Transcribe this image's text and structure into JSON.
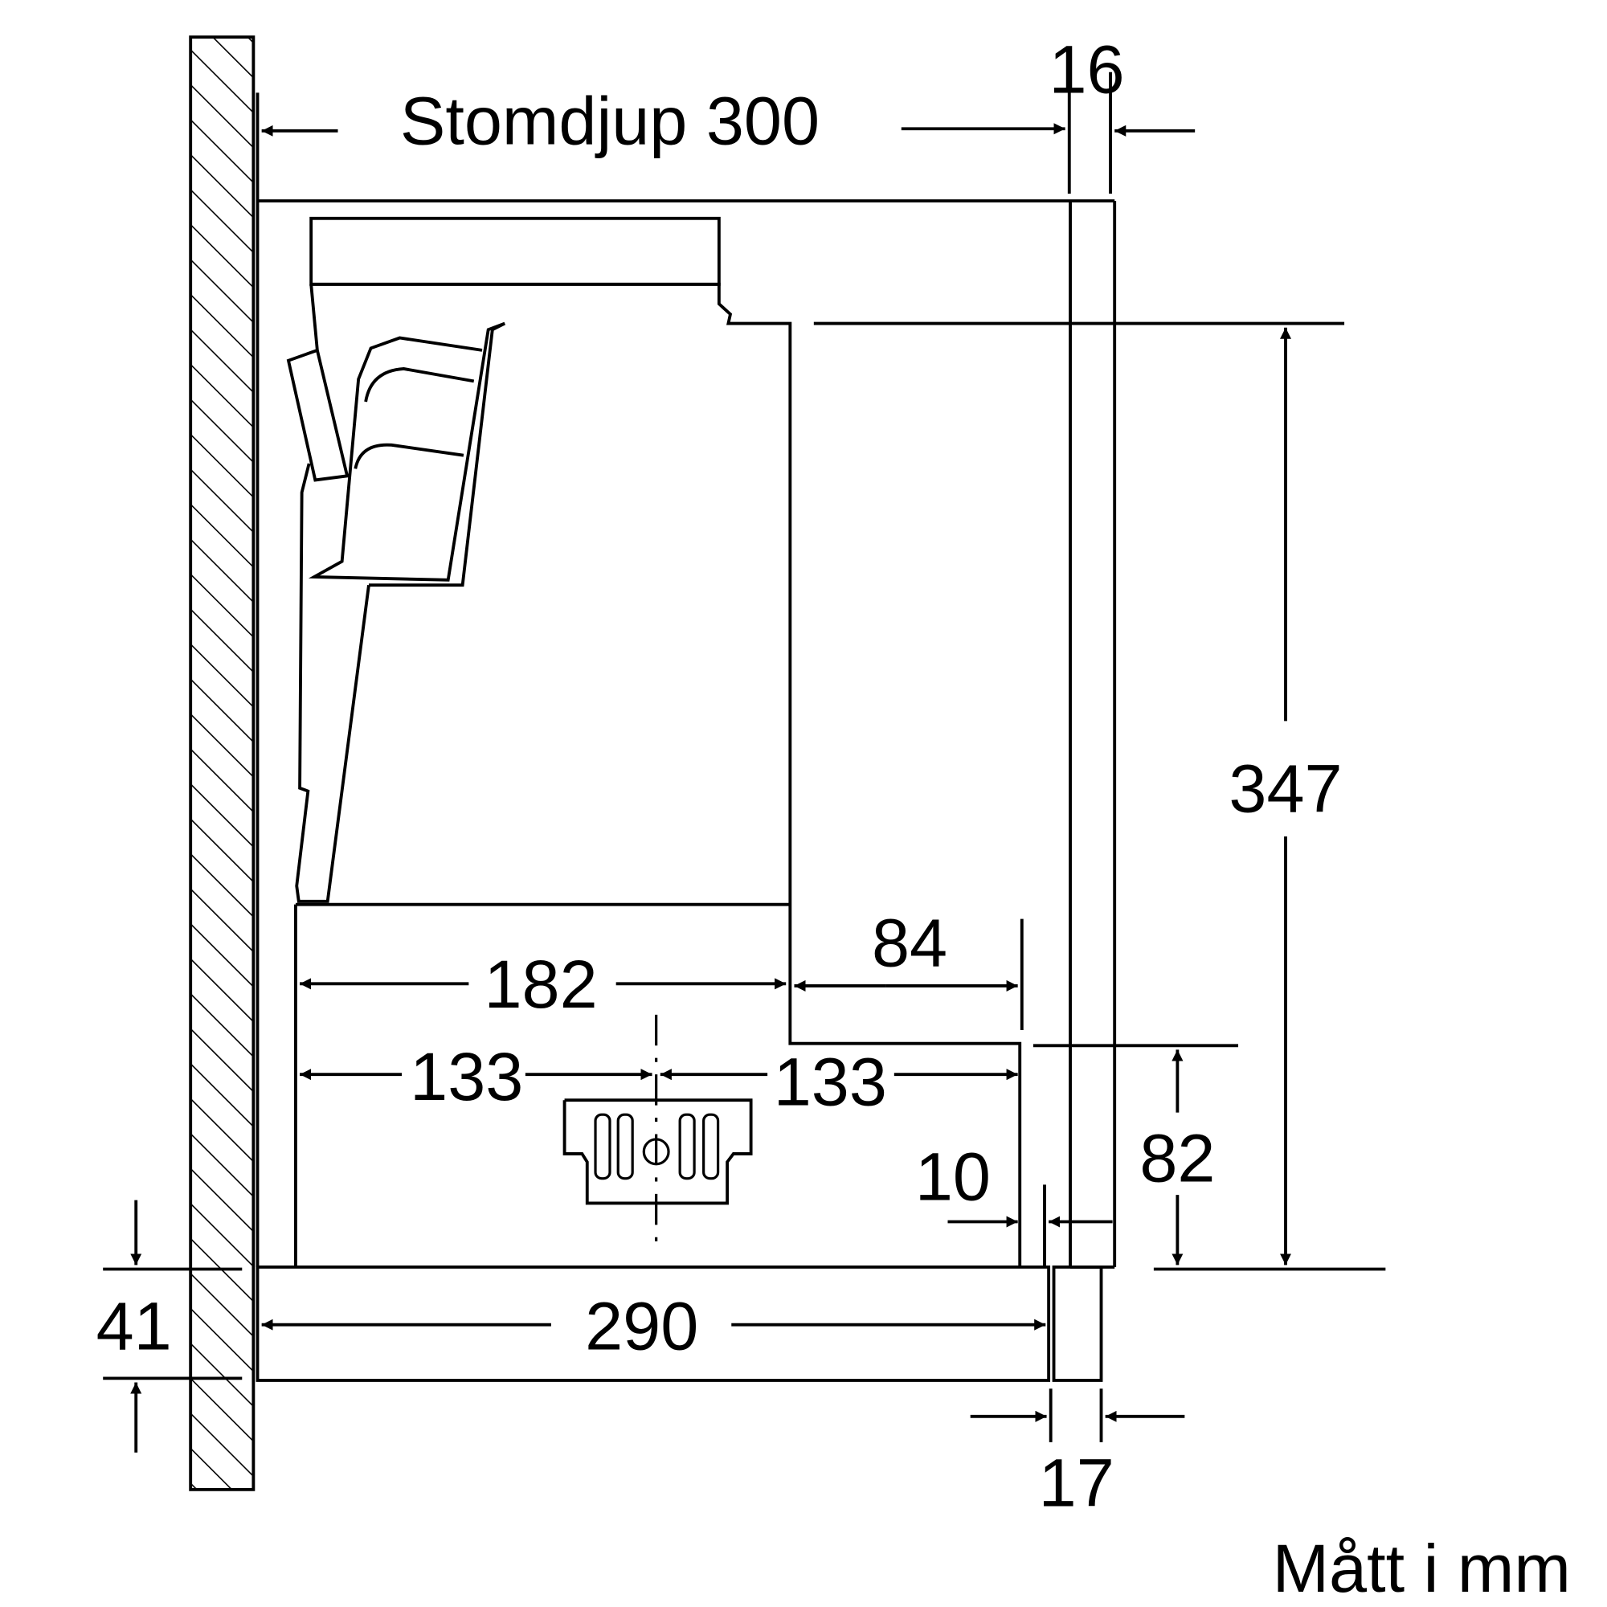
{
  "title": "Stomdjup 300",
  "units_note": "Mått i mm",
  "dimensions": {
    "panel_thickness_top": "16",
    "height_total": "347",
    "width_182": "182",
    "width_84": "84",
    "left_133": "133",
    "right_133": "133",
    "gap_10": "10",
    "height_82": "82",
    "bottom_height_41": "41",
    "width_290": "290",
    "panel_17": "17"
  },
  "colors": {
    "line": "#000000",
    "background": "#ffffff"
  }
}
